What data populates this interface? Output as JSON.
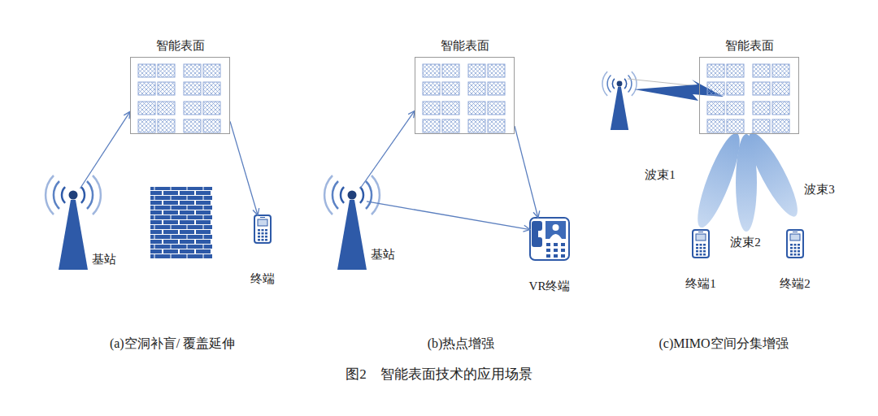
{
  "diagram": {
    "caption": "图2　智能表面技术的应用场景",
    "nodes": [
      {
        "text": [
          "智能表面"
        ]
      },
      {
        "text": [
          "基站"
        ]
      },
      {
        "text": [
          "终端"
        ]
      },
      {
        "text": [
          "智能表面"
        ]
      },
      {
        "text": [
          "基站"
        ]
      },
      {
        "text": [
          "VR终端"
        ]
      },
      {
        "text": [
          "智能表面"
        ]
      },
      {
        "text": [
          "终端1"
        ]
      },
      {
        "text": [
          "终端2"
        ]
      }
    ],
    "edges": [
      {
        "from": 1,
        "to": 0,
        "arrow": "to"
      },
      {
        "from": 0,
        "to": 2,
        "arrow": "to"
      },
      {
        "from": 4,
        "to": 3,
        "arrow": "to"
      },
      {
        "from": 3,
        "to": 5,
        "arrow": "to"
      },
      {
        "from": 4,
        "to": 5,
        "arrow": "to"
      }
    ],
    "labels": [
      "波束1",
      "波束2",
      "波束3",
      "(a)空洞补盲/ 覆盖延伸",
      "(b)热点增强",
      "(c)MIMO空间分集增强"
    ]
  }
}
